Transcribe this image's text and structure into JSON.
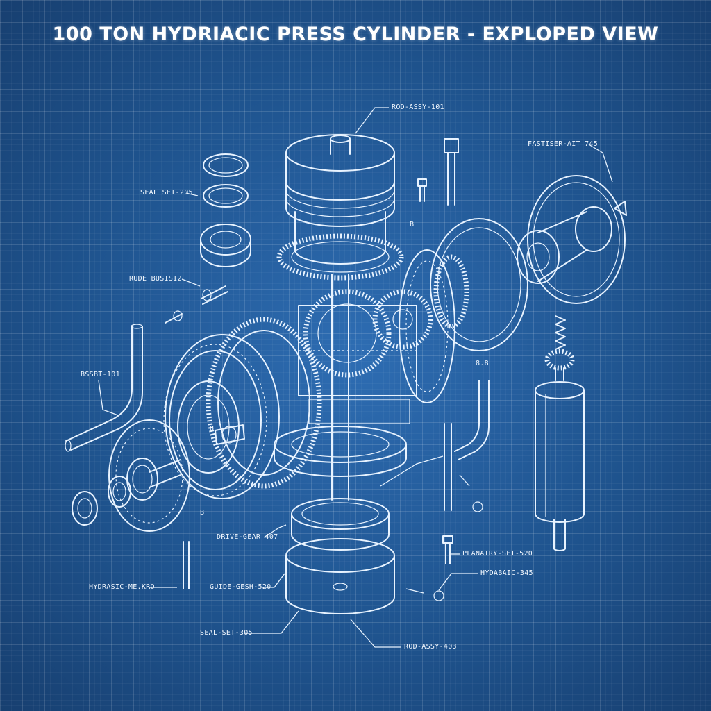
{
  "title": "100 TON HYDRIACIC PRESS CYLINDER - EXPLOPED VIEW",
  "labels": {
    "rod_assy_101": "ROD-ASSY-101",
    "fastener_kit": "FASTISER-AIT 745",
    "seal_set_205": "SEAL SET-205",
    "rude_bushing": "RUDE BUSISI2",
    "bssbt_101": "BSSBT-101",
    "b_mark_1": "B",
    "b_mark_2": "B",
    "b_mark_3": "8.8",
    "b_mark_4": "8",
    "drive_gear": "DRIVE-GEAR 407",
    "hydrasic_me": "HYDRASIC-ME.KRO",
    "guide_gesh": "GUIDE-GESH-520",
    "planatry_set": "PLANATRY-SET-520",
    "hydabaic": "HYDABAIC-345",
    "seal_set_305": "SEAL-SET-305",
    "rod_assy_403": "ROD-ASSY-403"
  },
  "colors": {
    "paper": "#1f548f",
    "ink": "#e8f3ff"
  }
}
